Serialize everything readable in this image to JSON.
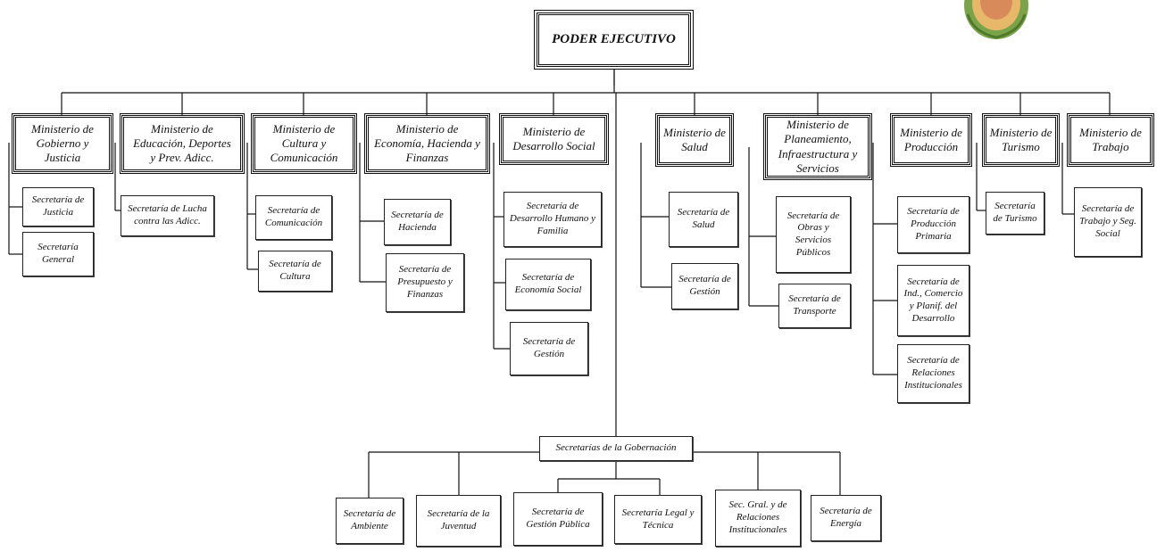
{
  "root": {
    "label": "PODER EJECUTIVO"
  },
  "ministries": [
    {
      "label": "Ministerio de\nGobierno y\nJusticia",
      "secretarias": [
        "Secretaría de\nJusticia",
        "Secretaría\nGeneral"
      ]
    },
    {
      "label": "Ministerio de\nEducación, Deportes\ny Prev. Adicc.",
      "secretarias": [
        "Secretaría de Lucha\ncontra las Adicc."
      ]
    },
    {
      "label": "Ministerio de\nCultura y\nComunicación",
      "secretarias": [
        "Secretaría de\nComunicación",
        "Secretaría de\nCultura"
      ]
    },
    {
      "label": "Ministerio de\nEconomía, Hacienda y\nFinanzas",
      "secretarias": [
        "Secretaría de\nHacienda",
        "Secretaría de\nPresupuesto y\nFinanzas"
      ]
    },
    {
      "label": "Ministerio de\nDesarrollo Social",
      "secretarias": [
        "Secretaría de\nDesarrollo Humano y\nFamilia",
        "Secretaría de\nEconomía Social",
        "Secretaría de\nGestión"
      ]
    },
    {
      "label": "Ministerio de\nSalud",
      "secretarias": [
        "Secretaría de\nSalud",
        "Secretaría de\nGestión"
      ]
    },
    {
      "label": "Ministerio de\nPlaneamiento,\nInfraestructura y\nServicios",
      "secretarias": [
        "Secretaría de\nObras y\nServicios\nPúblicos",
        "Secretaría de\nTransporte"
      ]
    },
    {
      "label": "Ministerio de\nProducción",
      "secretarias": [
        "Secretaría de\nProducción\nPrimaria",
        "Secretaría de\nInd., Comercio\ny Planif. del\nDesarrollo",
        "Secretaría de\nRelaciones\nInstitucionales"
      ]
    },
    {
      "label": "Ministerio de\nTurismo",
      "secretarias": [
        "Secretaría\nde Turismo"
      ]
    },
    {
      "label": "Ministerio de\nTrabajo",
      "secretarias": [
        "Secretaría de\nTrabajo y Seg.\nSocial"
      ]
    }
  ],
  "gobernacion": {
    "label": "Secretarías de  la Gobernación",
    "secretarias": [
      "Secretaría de\nAmbiente",
      "Secretaría de la\nJuventud",
      "Secretaría de\nGestión Pública",
      "Secretaría Legal y\nTécnica",
      "Sec. Gral. y de\nRelaciones\nInstitucionales",
      "Secretaría de\nEnergía"
    ]
  },
  "colors": {
    "line": "#111111",
    "seal_border": "#6a8f3a",
    "seal_fill": "#e8b86a"
  }
}
